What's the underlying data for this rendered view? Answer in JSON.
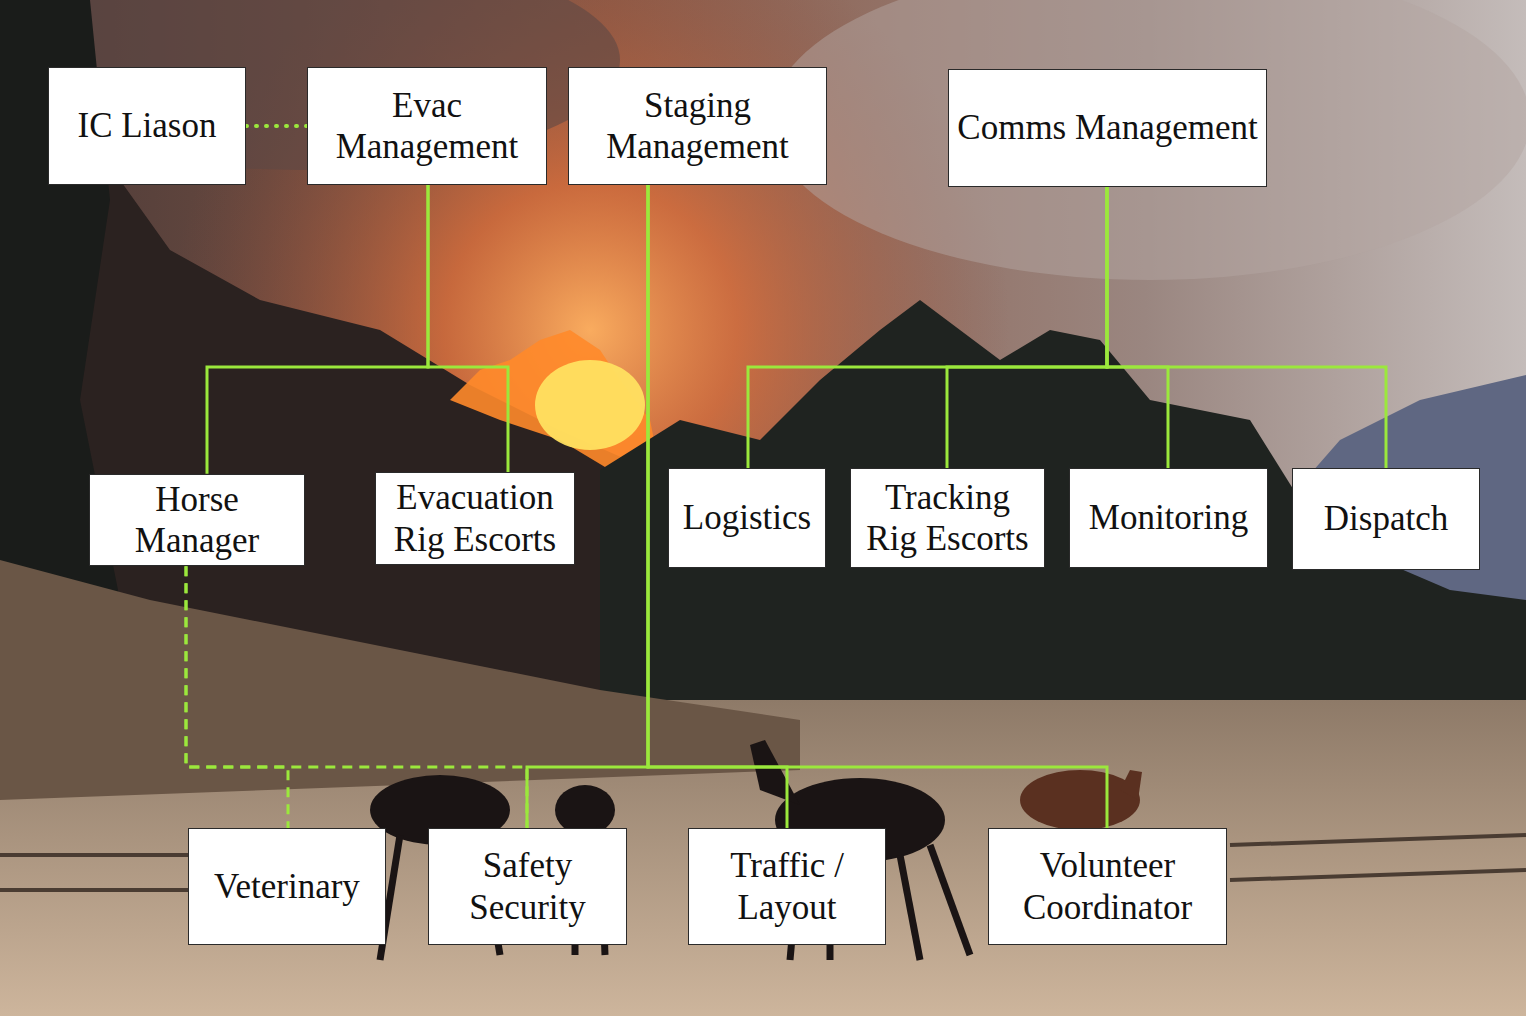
{
  "diagram": {
    "nodes": [
      {
        "text": [
          "IC Liason"
        ]
      },
      {
        "text": [
          "Evac Management"
        ]
      },
      {
        "text": [
          "Staging Management"
        ]
      },
      {
        "text": [
          "Comms Management"
        ]
      },
      {
        "text": [
          "Horse Manager"
        ]
      },
      {
        "text": [
          "Evacuation Rig Escorts"
        ]
      },
      {
        "text": [
          "Logistics"
        ]
      },
      {
        "text": [
          "Tracking Rig Escorts"
        ]
      },
      {
        "text": [
          "Monitoring"
        ]
      },
      {
        "text": [
          "Dispatch"
        ]
      },
      {
        "text": [
          "Veterinary"
        ]
      },
      {
        "text": [
          "Safety Security"
        ]
      },
      {
        "text": [
          "Traffic / Layout"
        ]
      },
      {
        "text": [
          "Volunteer Coordinator"
        ]
      }
    ],
    "edges": [
      {
        "from": 0,
        "to": 1,
        "arrow": "none"
      },
      {
        "from": 1,
        "to": 4,
        "arrow": "none"
      },
      {
        "from": 1,
        "to": 5,
        "arrow": "none"
      },
      {
        "from": 2,
        "to": 11,
        "arrow": "none"
      },
      {
        "from": 2,
        "to": 12,
        "arrow": "none"
      },
      {
        "from": 2,
        "to": 13,
        "arrow": "none"
      },
      {
        "from": 3,
        "to": 6,
        "arrow": "none"
      },
      {
        "from": 3,
        "to": 7,
        "arrow": "none"
      },
      {
        "from": 3,
        "to": 8,
        "arrow": "none"
      },
      {
        "from": 3,
        "to": 9,
        "arrow": "none"
      },
      {
        "from": 4,
        "to": 10,
        "arrow": "none"
      },
      {
        "from": 4,
        "to": 11,
        "arrow": "none"
      }
    ]
  }
}
